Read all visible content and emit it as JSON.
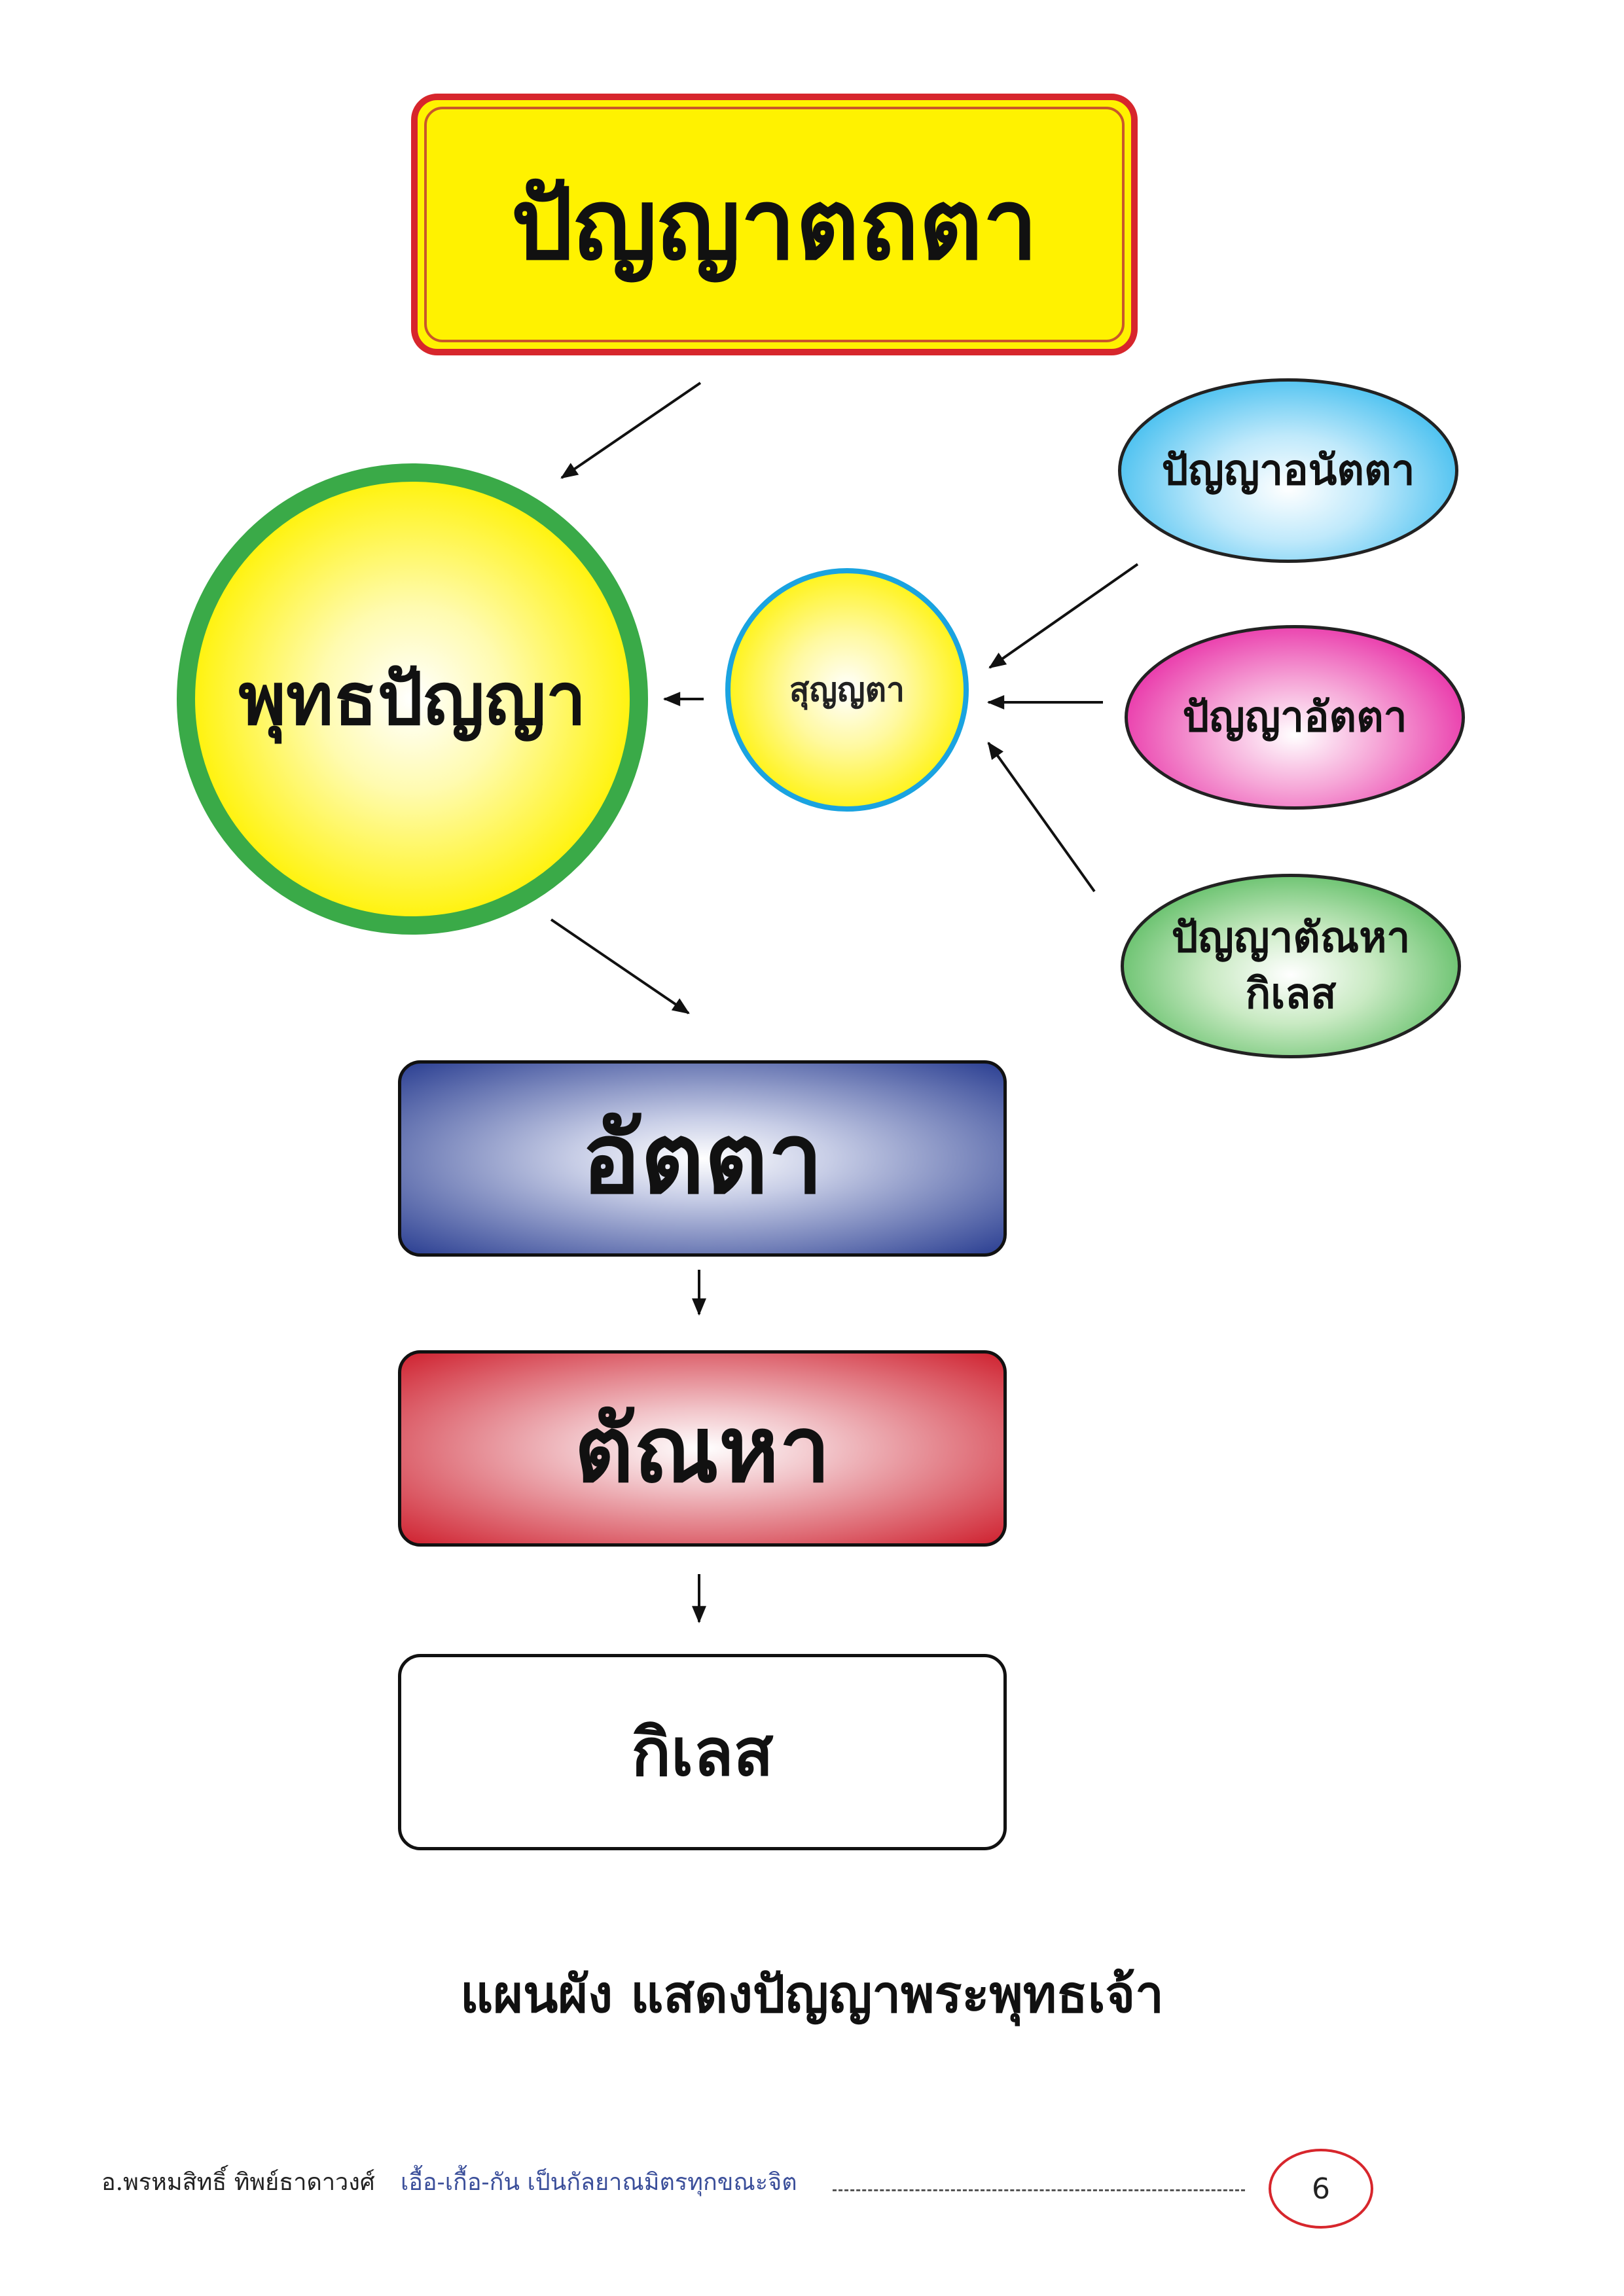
{
  "diagram": {
    "title": "ปัญญาตถตา",
    "center_left": "พุทธปัญญา",
    "center_small": "สุญญตา",
    "right_nodes": [
      {
        "lines": [
          "ปัญญาอนัตตา"
        ],
        "color": "#23b3ec"
      },
      {
        "lines": [
          "ปัญญาอัตตา"
        ],
        "color": "#e5139b"
      },
      {
        "lines": [
          "ปัญญาตัณหา",
          "กิเลส"
        ],
        "color": "#3fb049"
      }
    ],
    "chain": [
      {
        "label": "อัตตา",
        "color": "#2b3f92"
      },
      {
        "label": "ตัณหา",
        "color": "#cf2230"
      },
      {
        "label": "กิเลส",
        "color": "#ffffff"
      }
    ],
    "caption": "แผนผัง แสดงปัญญาพระพุทธเจ้า"
  },
  "footer": {
    "author": "อ.พรหมสิทธิ์ ทิพย์ธาดาวงศ์",
    "motto": "เอื้อ-เกื้อ-กัน เป็นกัลยาณมิตรทุกขณะจิต",
    "page_number": "6"
  }
}
